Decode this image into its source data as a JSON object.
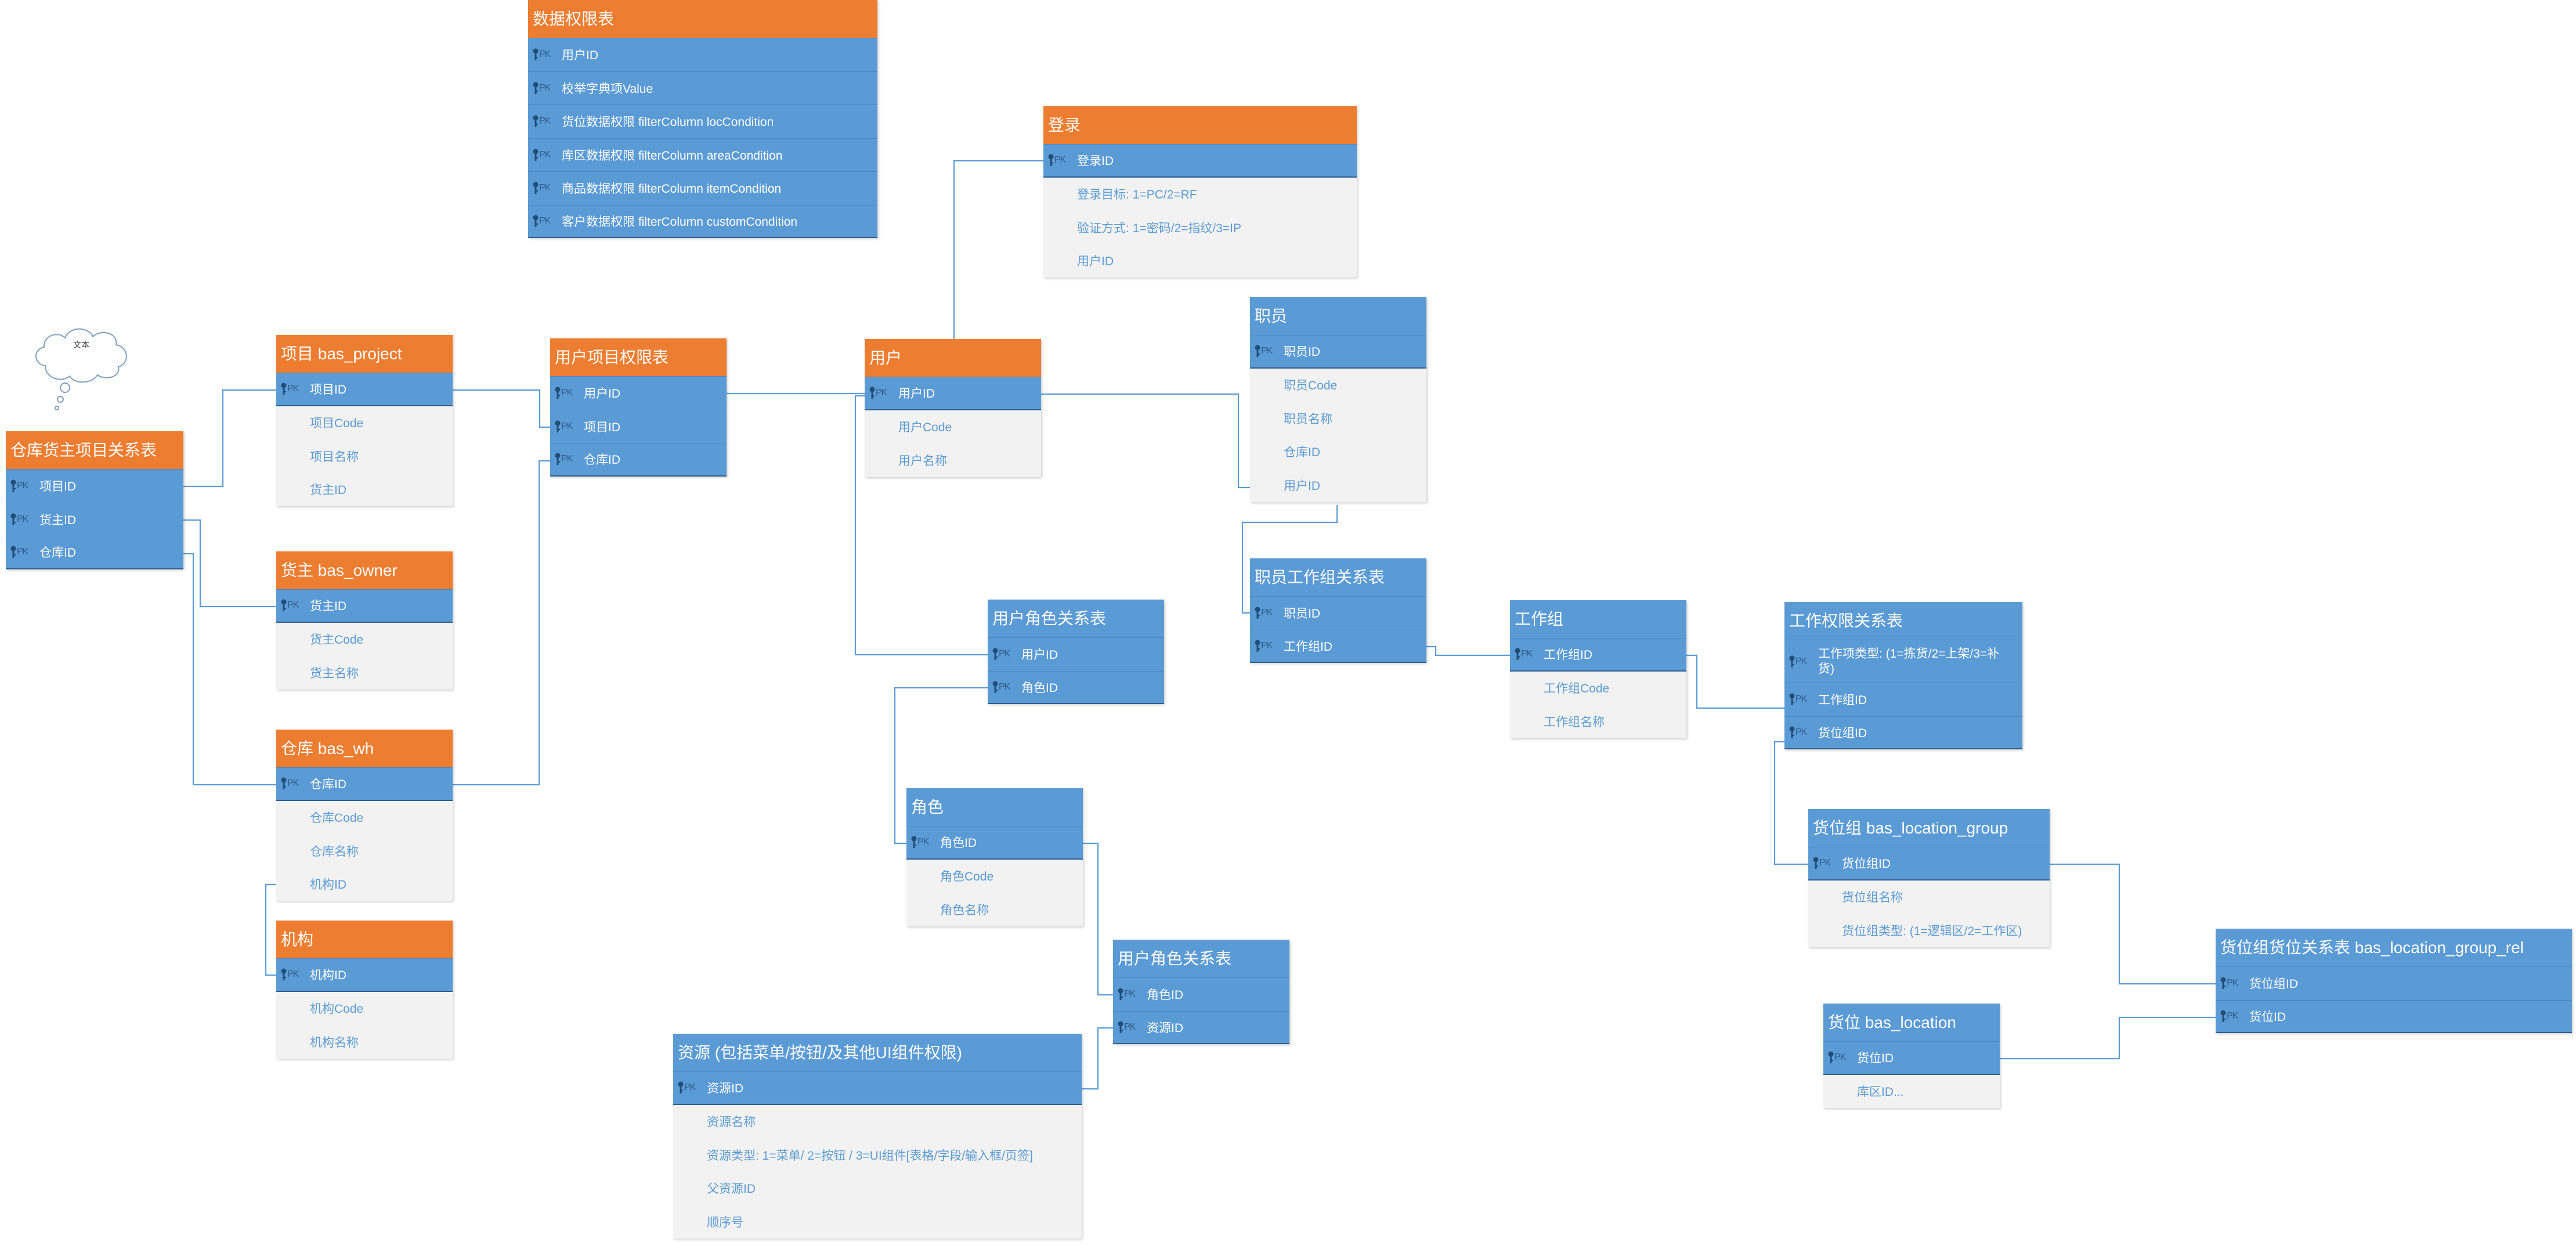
{
  "note": {
    "text": "文本"
  },
  "tables": {
    "data_perm": {
      "title": "数据权限表",
      "header": "orange",
      "pk_rows": [
        "用户ID",
        "校举字典项Value",
        "货位数据权限 filterColumn  locCondition",
        "库区数据权限 filterColumn  areaCondition",
        "商品数据权限 filterColumn  itemCondition",
        "客户数据权限 filterColumn  customCondition"
      ],
      "attr_rows": []
    },
    "login": {
      "title": "登录",
      "header": "orange",
      "pk_rows": [
        "登录ID"
      ],
      "attr_rows": [
        "登录目标: 1=PC/2=RF",
        "验证方式: 1=密码/2=指纹/3=IP",
        "用户ID"
      ]
    },
    "staff": {
      "title": "职员",
      "header": "blue",
      "pk_rows": [
        "职员ID"
      ],
      "attr_rows": [
        "职员Code",
        "职员名称",
        "仓库ID",
        "用户ID"
      ]
    },
    "wh_owner_project": {
      "title": "仓库货主项目关系表",
      "header": "orange",
      "pk_rows": [
        "项目ID",
        "货主ID",
        "仓库ID"
      ],
      "attr_rows": []
    },
    "project": {
      "title": "项目 bas_project",
      "header": "orange",
      "pk_rows": [
        "项目ID"
      ],
      "attr_rows": [
        "项目Code",
        "项目名称",
        "货主ID"
      ]
    },
    "user_project_perm": {
      "title": "用户项目权限表",
      "header": "orange",
      "pk_rows": [
        "用户ID",
        "项目ID",
        "仓库ID"
      ],
      "attr_rows": []
    },
    "user": {
      "title": "用户",
      "header": "orange",
      "pk_rows": [
        "用户ID"
      ],
      "attr_rows": [
        "用户Code",
        "用户名称"
      ]
    },
    "owner": {
      "title": "货主 bas_owner",
      "header": "orange",
      "pk_rows": [
        "货主ID"
      ],
      "attr_rows": [
        "货主Code",
        "货主名称"
      ]
    },
    "staff_group": {
      "title": "职员工作组关系表",
      "header": "blue",
      "pk_rows": [
        "职员ID",
        "工作组ID"
      ],
      "attr_rows": []
    },
    "user_role": {
      "title": "用户角色关系表",
      "header": "blue",
      "pk_rows": [
        "用户ID",
        "角色ID"
      ],
      "attr_rows": []
    },
    "work_group": {
      "title": "工作组",
      "header": "blue",
      "pk_rows": [
        "工作组ID"
      ],
      "attr_rows": [
        "工作组Code",
        "工作组名称"
      ]
    },
    "work_perm": {
      "title": "工作权限关系表",
      "header": "blue",
      "pk_rows": [
        "工作项类型: (1=拣货/2=上架/3=补货)",
        "工作组ID",
        "货位组ID"
      ],
      "attr_rows": []
    },
    "warehouse": {
      "title": "仓库 bas_wh",
      "header": "orange",
      "pk_rows": [
        "仓库ID"
      ],
      "attr_rows": [
        "仓库Code",
        "仓库名称",
        "机构ID"
      ]
    },
    "role": {
      "title": "角色",
      "header": "blue",
      "pk_rows": [
        "角色ID"
      ],
      "attr_rows": [
        "角色Code",
        "角色名称"
      ]
    },
    "loc_group": {
      "title": "货位组 bas_location_group",
      "header": "blue",
      "pk_rows": [
        "货位组ID"
      ],
      "attr_rows": [
        "货位组名称",
        "货位组类型: (1=逻辑区/2=工作区)"
      ]
    },
    "org": {
      "title": "机构",
      "header": "orange",
      "pk_rows": [
        "机构ID"
      ],
      "attr_rows": [
        "机构Code",
        "机构名称"
      ]
    },
    "role_resource": {
      "title": "用户角色关系表",
      "header": "blue",
      "pk_rows": [
        "角色ID",
        "资源ID"
      ],
      "attr_rows": []
    },
    "loc_group_rel": {
      "title": "货位组货位关系表 bas_location_group_rel",
      "header": "blue",
      "pk_rows": [
        "货位组ID",
        "货位ID"
      ],
      "attr_rows": []
    },
    "resource": {
      "title": "资源 (包括菜单/按钮/及其他UI组件权限)",
      "header": "blue",
      "pk_rows": [
        "资源ID"
      ],
      "attr_rows": [
        "资源名称",
        "资源类型: 1=菜单/ 2=按钮 / 3=UI组件[表格/字段/输入框/页签]",
        "父资源ID",
        "顺序号"
      ]
    },
    "location": {
      "title": "货位 bas_location",
      "header": "blue",
      "pk_rows": [
        "货位ID"
      ],
      "attr_rows": [
        "库区ID..."
      ]
    }
  },
  "colors": {
    "header_orange": "#ED7D31",
    "header_blue": "#5B9BD5",
    "pk_row": "#5B9BD5",
    "attr_bg": "#F2F2F2",
    "connector": "#5B9BD5"
  },
  "icons": {
    "pk": "key-icon"
  }
}
